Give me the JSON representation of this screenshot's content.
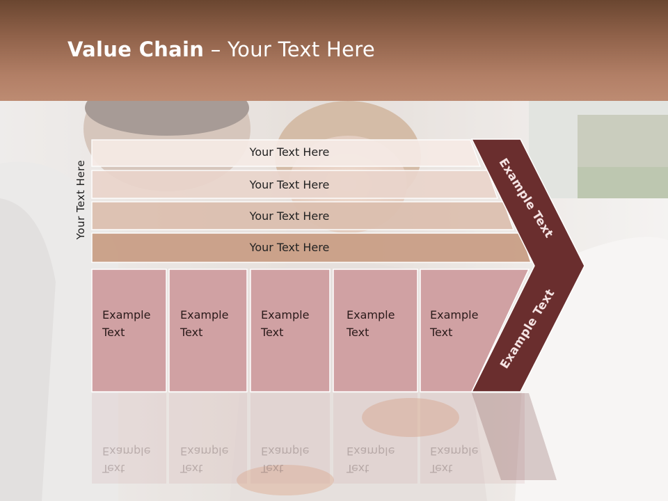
{
  "title": {
    "bold": "Value Chain",
    "rest": " – Your Text Here"
  },
  "side_label": "Your Text Here",
  "bars": [
    {
      "label": "Your Text Here",
      "fill": "#f6ebe6"
    },
    {
      "label": "Your Text Here",
      "fill": "#ead5cc"
    },
    {
      "label": "Your Text Here",
      "fill": "#dcbfaf"
    },
    {
      "label": "Your Text Here",
      "fill": "#c99d84"
    }
  ],
  "boxes": [
    {
      "line1": "Example",
      "line2": "Text"
    },
    {
      "line1": "Example",
      "line2": "Text"
    },
    {
      "line1": "Example",
      "line2": "Text"
    },
    {
      "line1": "Example",
      "line2": "Text"
    },
    {
      "line1": "Example",
      "line2": "Text"
    }
  ],
  "chevron": {
    "top_label": "Example Text",
    "bottom_label": "Example Text",
    "fill": "#6a2e2e"
  },
  "box_fill": "#cf9ea0"
}
